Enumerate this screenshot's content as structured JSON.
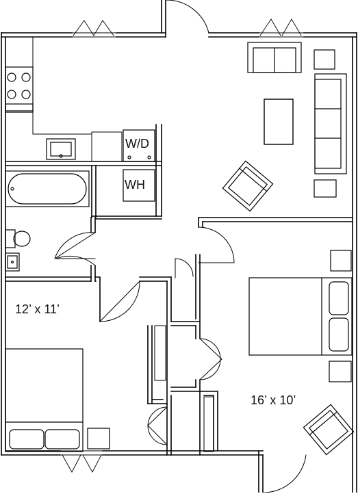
{
  "rooms": {
    "bedroom_left": {
      "dimensions": "12’ x 11’"
    },
    "bedroom_right": {
      "dimensions": "16’ x 10’"
    }
  },
  "appliances": {
    "washer_dryer": "W/D",
    "water_heater": "WH"
  }
}
